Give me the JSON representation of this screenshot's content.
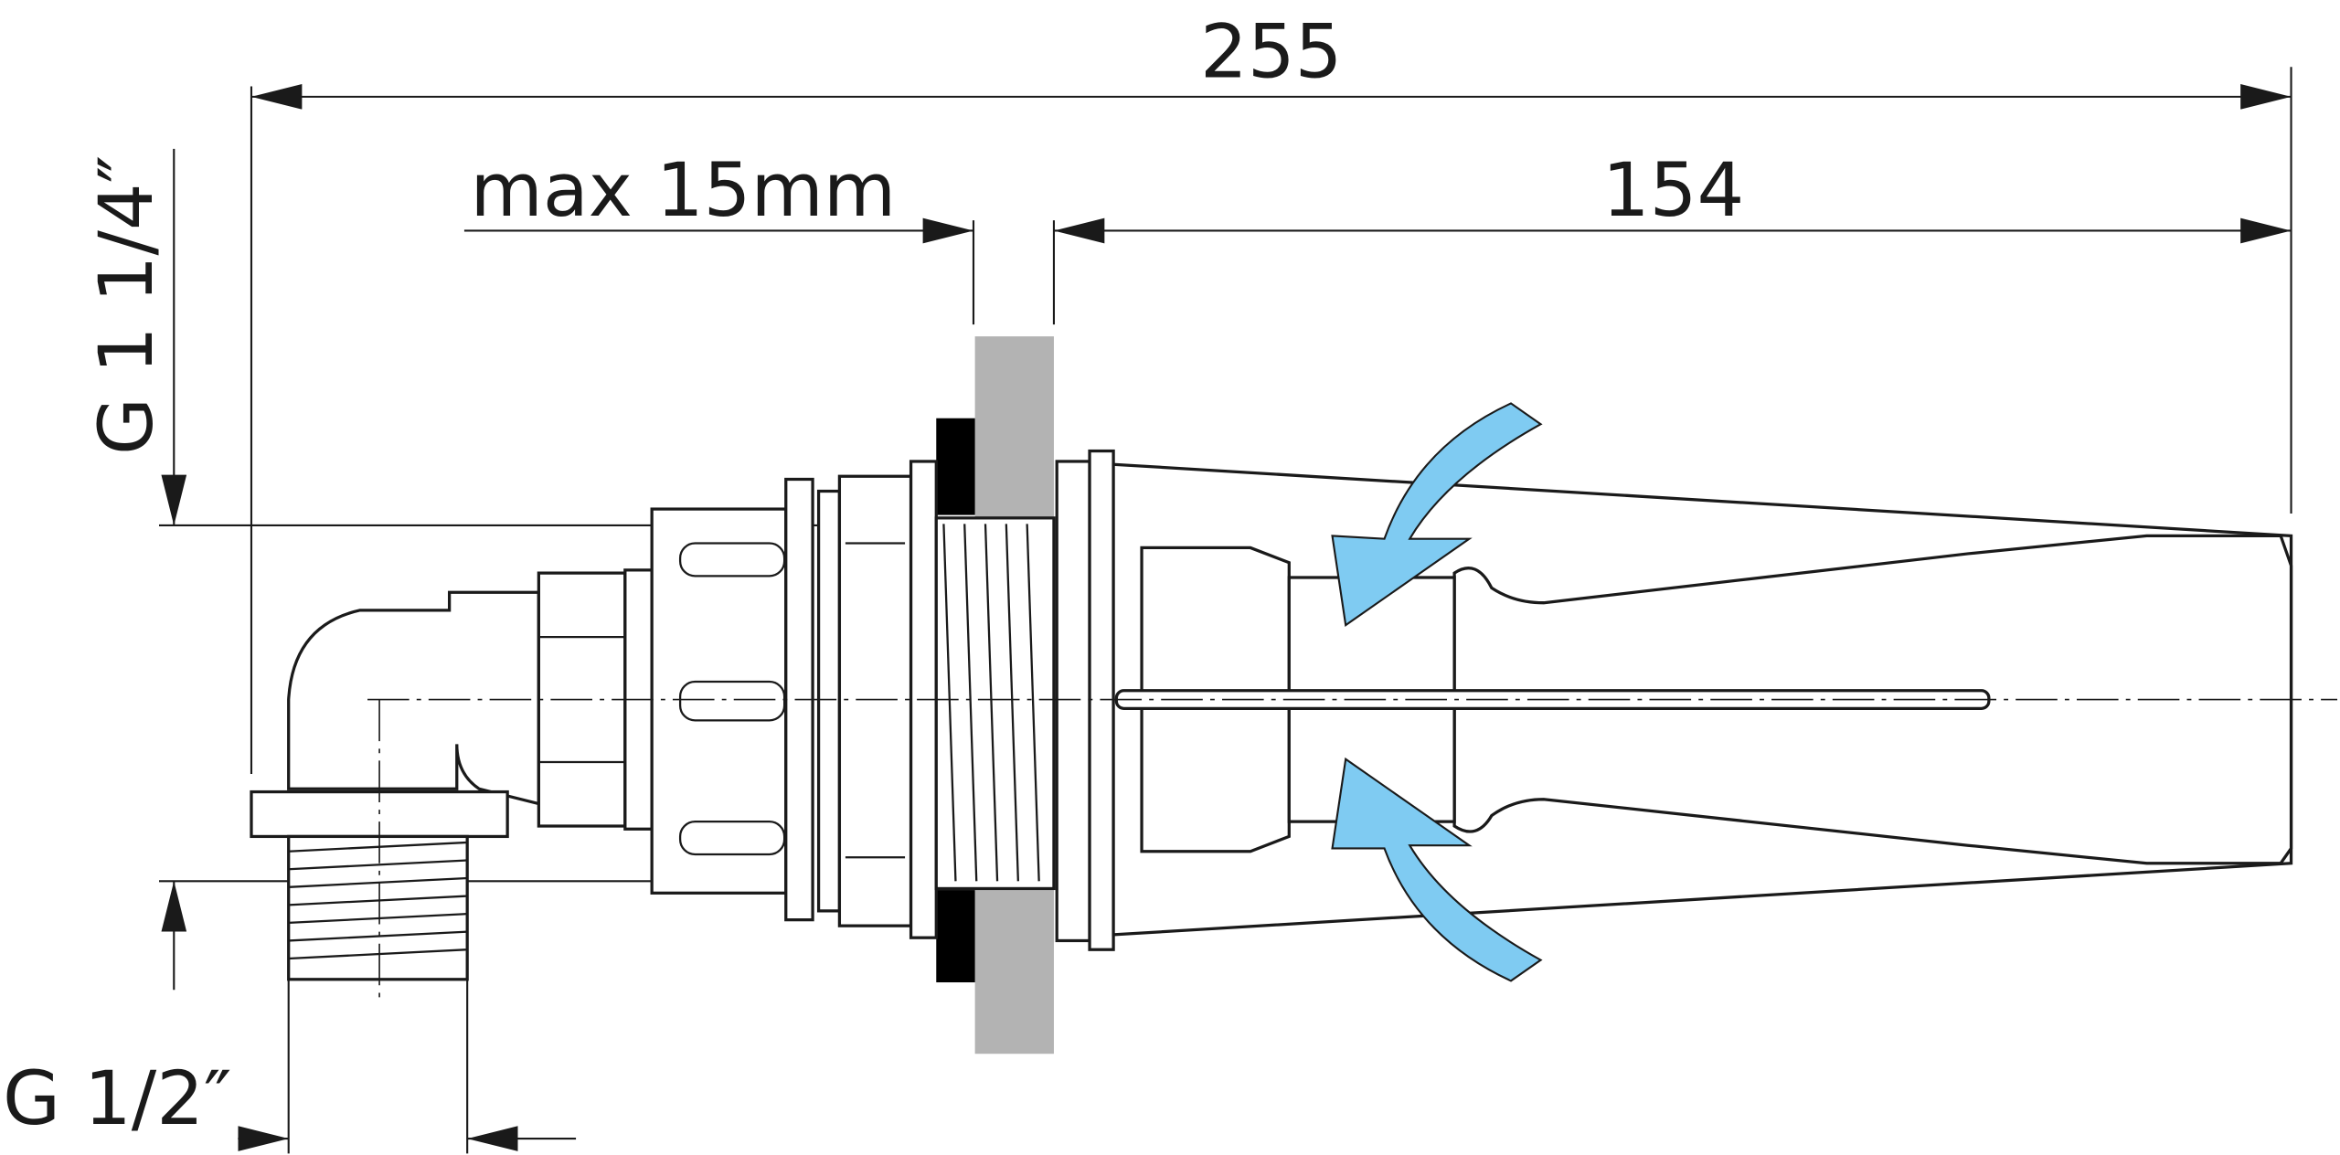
{
  "drawing": {
    "dimensions": {
      "overall_length": "255",
      "wall_thickness": "max 15mm",
      "nozzle_length": "154",
      "main_thread": "G 1 1/4″",
      "inlet_thread": "G 1/2″"
    },
    "colors": {
      "flow_arrow": "#7fcbf2",
      "wall": "#b3b3b3",
      "gasket": "#000000",
      "line": "#1a1a1a"
    }
  }
}
